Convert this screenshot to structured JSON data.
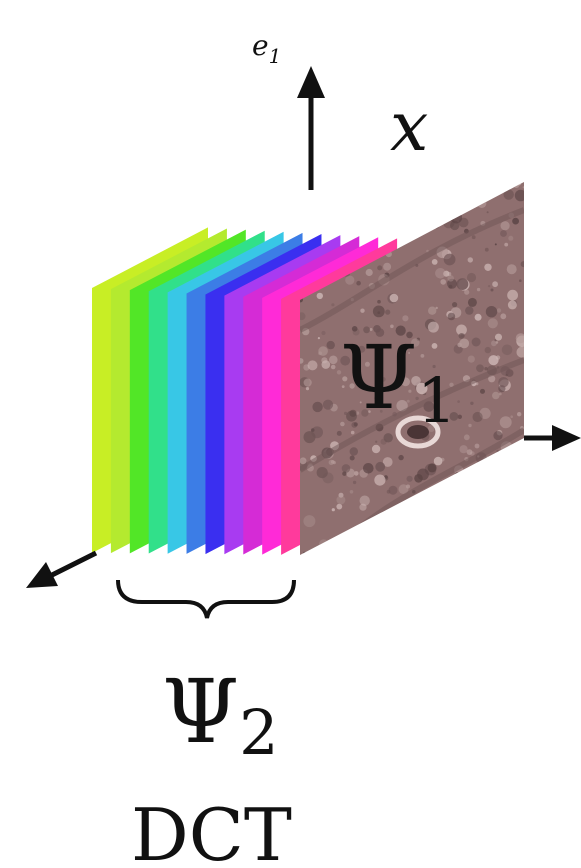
{
  "labels": {
    "axis_up": "e",
    "axis_up_sub": "1",
    "signal": "x",
    "psi1_base": "Ψ",
    "psi1_sub": "1",
    "psi2_base": "Ψ",
    "psi2_sub": "2",
    "transform": "DCT"
  },
  "bands": {
    "colors": [
      "#c8ee25",
      "#b4ea2f",
      "#52e627",
      "#31e08a",
      "#38c7e6",
      "#3c7de6",
      "#3a2ff0",
      "#a83bf1",
      "#d52bd6",
      "#ff2ad7",
      "#ff3a9c"
    ]
  },
  "image_plane": {
    "colors": [
      "#8f6f6f",
      "#b49a98",
      "#6f5556",
      "#cdb6b4",
      "#5b4445"
    ]
  },
  "axes": {
    "color": "#111111"
  }
}
